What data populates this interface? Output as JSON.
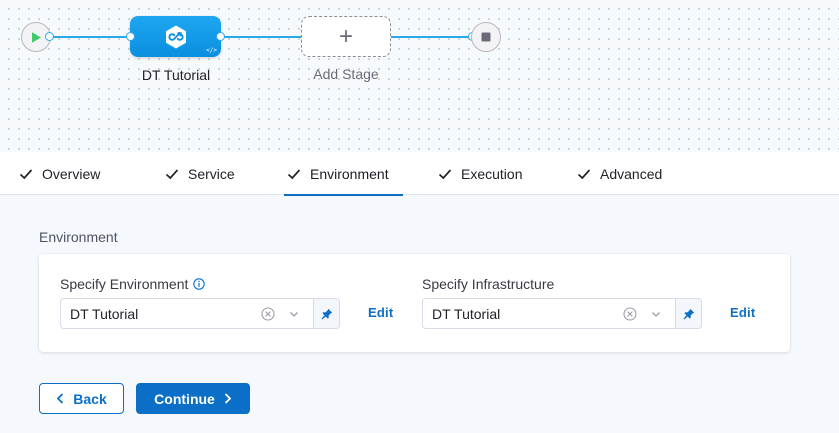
{
  "pipeline": {
    "stage_name": "DT Tutorial",
    "stage_badge": "</>",
    "add_stage_label": "Add Stage",
    "add_stage_glyph": "+"
  },
  "tabs": [
    {
      "label": "Overview",
      "completed": true
    },
    {
      "label": "Service",
      "completed": true
    },
    {
      "label": "Environment",
      "completed": true,
      "active": true
    },
    {
      "label": "Execution",
      "completed": true
    },
    {
      "label": "Advanced",
      "completed": true
    }
  ],
  "environment": {
    "section_title": "Environment",
    "specify_environment": {
      "label": "Specify Environment",
      "value": "DT Tutorial",
      "edit_label": "Edit"
    },
    "specify_infrastructure": {
      "label": "Specify Infrastructure",
      "value": "DT Tutorial",
      "edit_label": "Edit"
    }
  },
  "footer": {
    "back_label": "Back",
    "continue_label": "Continue"
  },
  "colors": {
    "accent": "#0b6fc8",
    "wire": "#2ba9e6",
    "stage_fill": "#0a8fe0",
    "start_green": "#42c96a"
  },
  "icons": {
    "start": "play-icon",
    "stage": "deployment-stage-icon",
    "end": "stop-icon",
    "tab_check": "check-icon",
    "info": "info-icon",
    "clear": "clear-icon",
    "dropdown": "chevron-down-icon",
    "pin": "pin-icon",
    "back": "chevron-left-icon",
    "continue": "chevron-right-icon"
  }
}
